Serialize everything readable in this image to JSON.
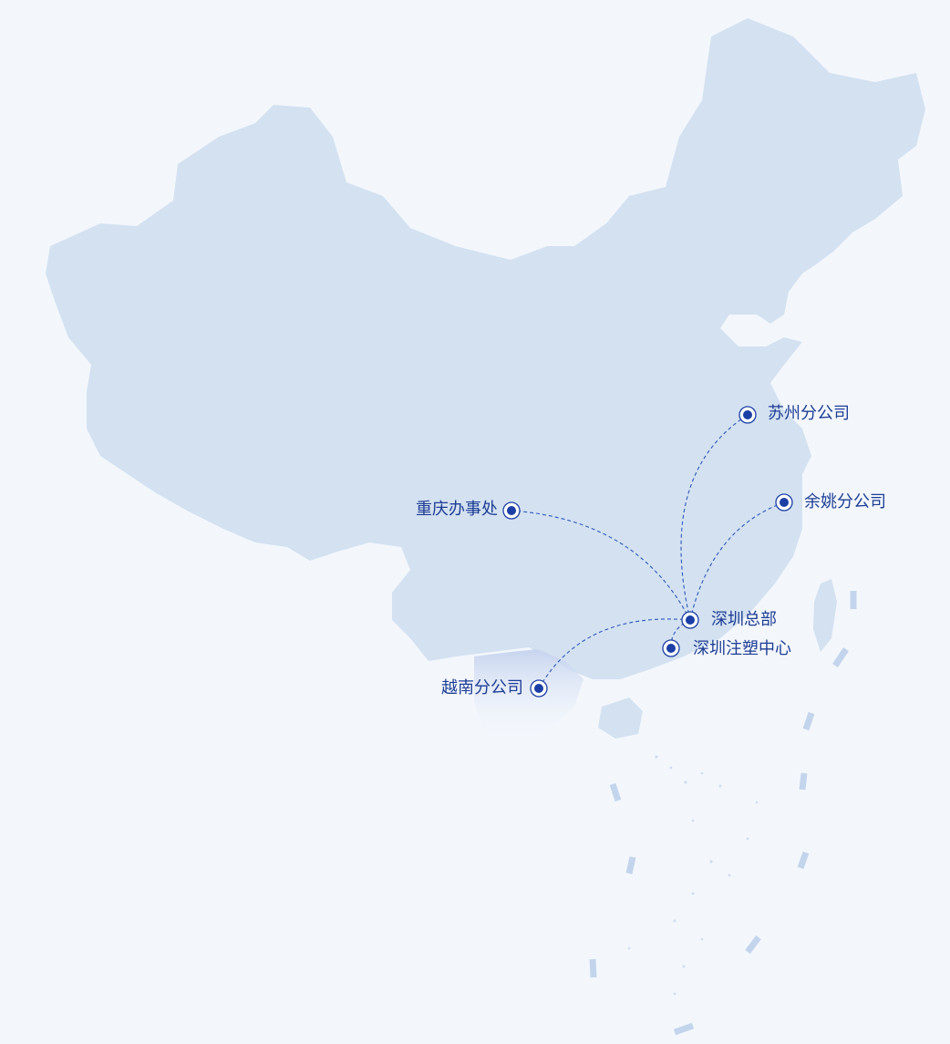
{
  "locations": {
    "suzhou": {
      "name": "苏州分公司"
    },
    "yuyao": {
      "name": "余姚分公司"
    },
    "chongqing": {
      "name": "重庆办事处"
    },
    "shenzhen_hq": {
      "name": "深圳总部"
    },
    "shenzhen_injection": {
      "name": "深圳注塑中心"
    },
    "vietnam": {
      "name": "越南分公司"
    }
  },
  "colors": {
    "background": "#f3f7fc",
    "land": "#d3e1f1",
    "route": "#2f58b8",
    "marker": "#1c3fa6",
    "label": "#1d3d94"
  }
}
